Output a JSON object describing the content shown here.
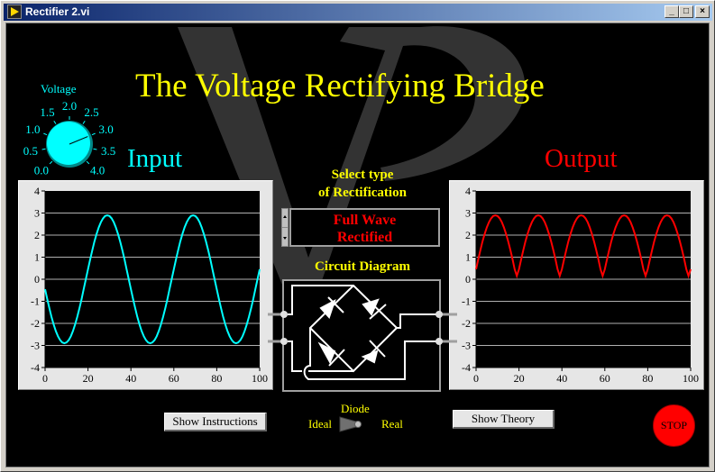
{
  "window": {
    "title": "Rectifier 2.vi",
    "buttons": {
      "minimize": "_",
      "maximize": "□",
      "close": "×"
    }
  },
  "logo": {
    "text": "VP",
    "color": "#333333"
  },
  "header": {
    "title": "The Voltage Rectifying Bridge",
    "title_color": "#ffff00"
  },
  "knob": {
    "label": "Voltage",
    "value": 3.0,
    "min": 0.0,
    "max": 4.0,
    "ticks": [
      "0.0",
      "0.5",
      "1.0",
      "1.5",
      "2.0",
      "2.5",
      "3.0",
      "3.5",
      "4.0"
    ],
    "color": "#00ffff"
  },
  "input_section": {
    "label": "Input",
    "color": "#00ffff"
  },
  "output_section": {
    "label": "Output",
    "color": "#ff0000"
  },
  "rectification": {
    "label_line1": "Select type",
    "label_line2": "of Rectification",
    "value_line1": "Full Wave",
    "value_line2": "Rectified"
  },
  "circuit": {
    "label": "Circuit Diagram"
  },
  "buttons": {
    "show_instructions": "Show Instructions",
    "show_theory": "Show Theory",
    "stop": "STOP"
  },
  "diode_switch": {
    "label": "Diode",
    "left_label": "Ideal",
    "right_label": "Real",
    "state": "Real"
  },
  "chart_data": [
    {
      "type": "line",
      "title": "Input",
      "xlim": [
        0,
        100
      ],
      "ylim": [
        -4,
        4
      ],
      "xticks": [
        "0",
        "20",
        "40",
        "60",
        "80",
        "100"
      ],
      "yticks": [
        "4",
        "3",
        "2",
        "1",
        "0",
        "-1",
        "-2",
        "-3",
        "-4"
      ],
      "grid": true,
      "series": [
        {
          "name": "Input",
          "color": "#00ffff",
          "function": "sine",
          "amplitude": 2.9,
          "period": 40,
          "phase_zero_crossing": 19
        }
      ]
    },
    {
      "type": "line",
      "title": "Output",
      "xlim": [
        0,
        100
      ],
      "ylim": [
        -4,
        4
      ],
      "xticks": [
        "0",
        "20",
        "40",
        "60",
        "80",
        "100"
      ],
      "yticks": [
        "4",
        "3",
        "2",
        "1",
        "0",
        "-1",
        "-2",
        "-3",
        "-4"
      ],
      "grid": true,
      "series": [
        {
          "name": "Output",
          "color": "#ff0000",
          "function": "abs_sine",
          "amplitude": 2.9,
          "period": 40,
          "phase_zero_crossing": 19,
          "min_floor": 0.15
        }
      ]
    }
  ]
}
